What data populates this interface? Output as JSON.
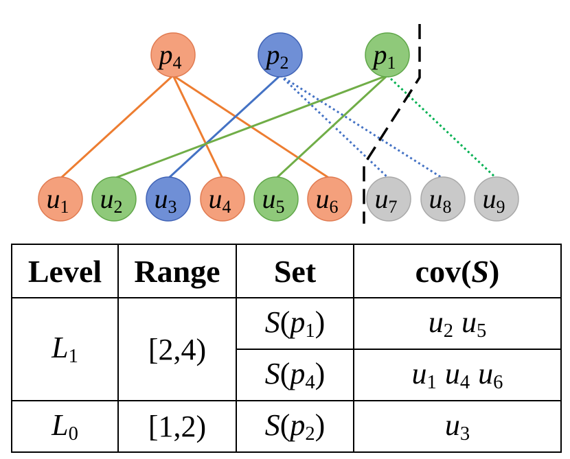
{
  "graph": {
    "top_nodes": [
      {
        "id": "p4",
        "base": "p",
        "sub": "4",
        "color": "#f4a07c",
        "stroke": "#e07a50"
      },
      {
        "id": "p2",
        "base": "p",
        "sub": "2",
        "color": "#6f8fd6",
        "stroke": "#3f62b5"
      },
      {
        "id": "p1",
        "base": "p",
        "sub": "1",
        "color": "#8fc97a",
        "stroke": "#5fa648"
      }
    ],
    "bottom_nodes": [
      {
        "id": "u1",
        "base": "u",
        "sub": "1",
        "color": "#f4a07c",
        "stroke": "#e07a50"
      },
      {
        "id": "u2",
        "base": "u",
        "sub": "2",
        "color": "#8fc97a",
        "stroke": "#5fa648"
      },
      {
        "id": "u3",
        "base": "u",
        "sub": "3",
        "color": "#6f8fd6",
        "stroke": "#3f62b5"
      },
      {
        "id": "u4",
        "base": "u",
        "sub": "4",
        "color": "#f4a07c",
        "stroke": "#e07a50"
      },
      {
        "id": "u5",
        "base": "u",
        "sub": "5",
        "color": "#8fc97a",
        "stroke": "#5fa648"
      },
      {
        "id": "u6",
        "base": "u",
        "sub": "6",
        "color": "#f4a07c",
        "stroke": "#e07a50"
      },
      {
        "id": "u7",
        "base": "u",
        "sub": "7",
        "color": "#c9c9c9",
        "stroke": "#a8a8a8"
      },
      {
        "id": "u8",
        "base": "u",
        "sub": "8",
        "color": "#c9c9c9",
        "stroke": "#a8a8a8"
      },
      {
        "id": "u9",
        "base": "u",
        "sub": "9",
        "color": "#c9c9c9",
        "stroke": "#a8a8a8"
      }
    ],
    "edges": [
      {
        "from": "p4",
        "to": "u1",
        "style": "solid",
        "color": "#ed7d31"
      },
      {
        "from": "p4",
        "to": "u4",
        "style": "solid",
        "color": "#ed7d31"
      },
      {
        "from": "p4",
        "to": "u6",
        "style": "solid",
        "color": "#ed7d31"
      },
      {
        "from": "p2",
        "to": "u3",
        "style": "solid",
        "color": "#4472c4"
      },
      {
        "from": "p2",
        "to": "u7",
        "style": "dotted",
        "color": "#4472c4"
      },
      {
        "from": "p2",
        "to": "u8",
        "style": "dotted",
        "color": "#4472c4"
      },
      {
        "from": "p1",
        "to": "u2",
        "style": "solid",
        "color": "#70ad47"
      },
      {
        "from": "p1",
        "to": "u5",
        "style": "solid",
        "color": "#70ad47"
      },
      {
        "from": "p1",
        "to": "u9",
        "style": "dotted",
        "color": "#00b050"
      }
    ]
  },
  "table": {
    "headers": {
      "level": "Level",
      "range": "Range",
      "set": "Set",
      "cov_prefix": "cov(",
      "cov_var": "S",
      "cov_suffix": ")"
    },
    "rows": [
      {
        "level_base": "L",
        "level_sub": "1",
        "range": "[2,4)",
        "sets": [
          {
            "base": "S",
            "open": "(",
            "var": "p",
            "sub": "1",
            "close": ")",
            "cov": [
              {
                "base": "u",
                "sub": "2"
              },
              {
                "base": "u",
                "sub": "5"
              }
            ]
          },
          {
            "base": "S",
            "open": "(",
            "var": "p",
            "sub": "4",
            "close": ")",
            "cov": [
              {
                "base": "u",
                "sub": "1"
              },
              {
                "base": "u",
                "sub": "4"
              },
              {
                "base": "u",
                "sub": "6"
              }
            ]
          }
        ]
      },
      {
        "level_base": "L",
        "level_sub": "0",
        "range": "[1,2)",
        "sets": [
          {
            "base": "S",
            "open": "(",
            "var": "p",
            "sub": "2",
            "close": ")",
            "cov": [
              {
                "base": "u",
                "sub": "3"
              }
            ]
          }
        ]
      }
    ]
  }
}
